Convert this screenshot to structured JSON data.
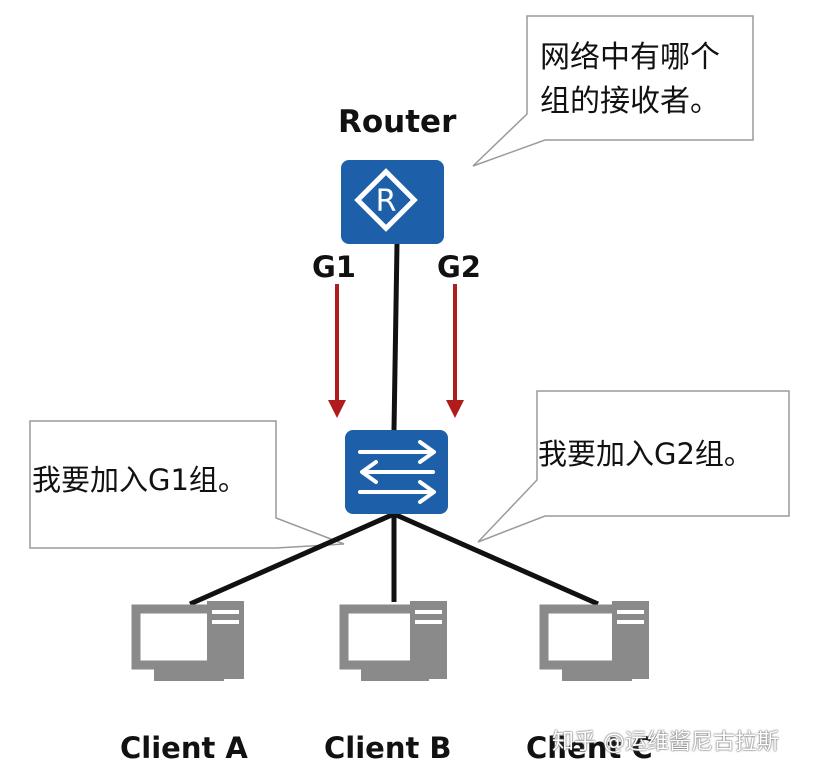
{
  "router": {
    "label": "Router"
  },
  "groups": {
    "g1": "G1",
    "g2": "G2"
  },
  "bubbles": {
    "router_line1": "网络中有哪个",
    "router_line2": "组的接收者。",
    "left": "我要加入G1组。",
    "right": "我要加入G2组。"
  },
  "clients": [
    {
      "label": "Client A"
    },
    {
      "label": "Client B"
    },
    {
      "label": "Client C"
    }
  ],
  "watermark": "知乎 @运维酱尼古拉斯",
  "colors": {
    "device_blue": "#1d5fa8",
    "arrow_red": "#b01c1c",
    "link_black": "#111111",
    "bubble_border": "#9a9a9a",
    "pc_gray": "#8a8a8a"
  }
}
